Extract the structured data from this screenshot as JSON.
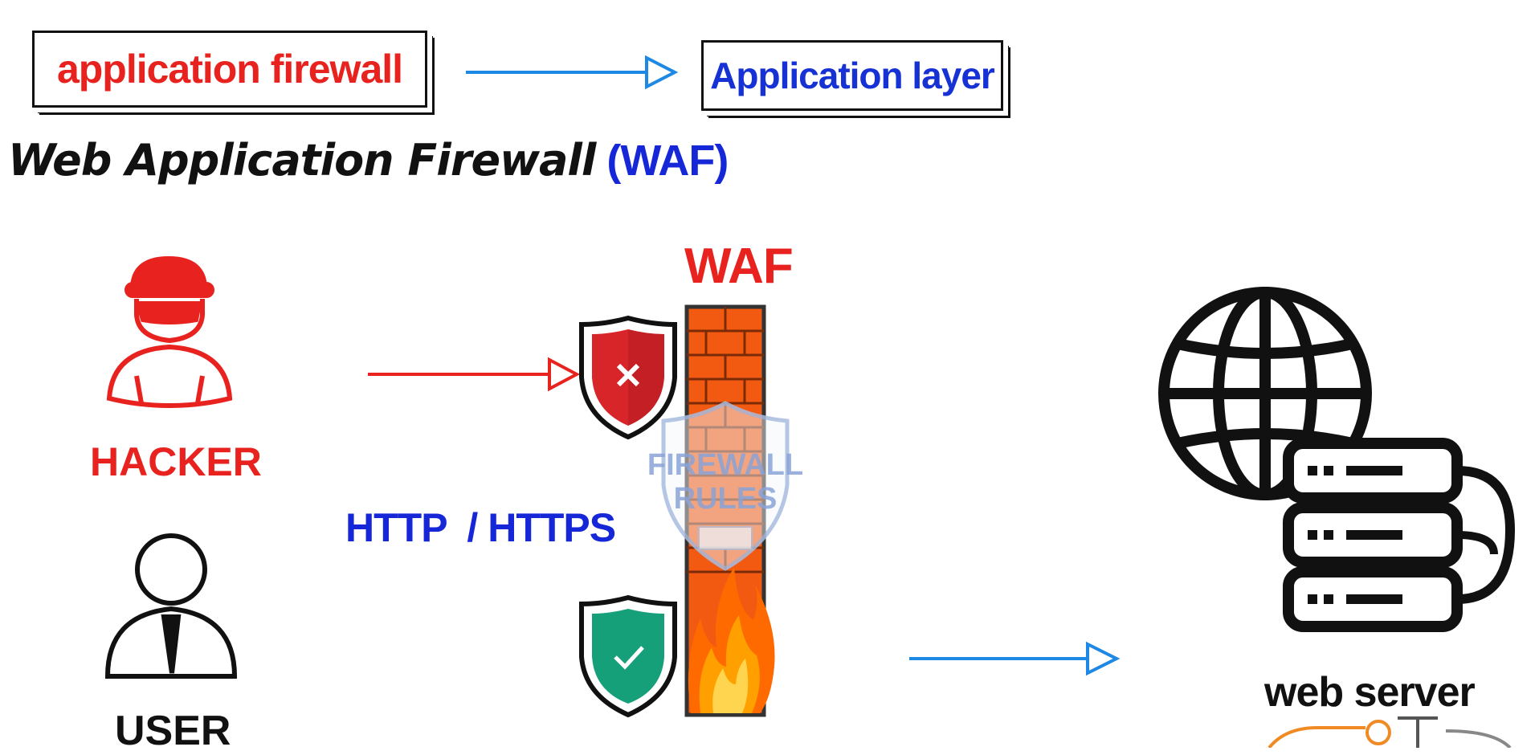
{
  "top_row": {
    "left_box": "application firewall",
    "right_box": "Application layer"
  },
  "title": {
    "main": "Web Application Firewall",
    "abbr": "(WAF)"
  },
  "nodes": {
    "hacker": "HACKER",
    "user": "USER",
    "waf": "WAF",
    "protocol": "HTTP  / HTTPS",
    "rules_line1": "FIREWALL",
    "rules_line2": "RULES",
    "server": "web server"
  },
  "colors": {
    "red": "#e8231f",
    "blue": "#1627d8",
    "arrow_blue": "#1e88e5",
    "green_shield": "#16a07a",
    "brick": "#f25a12"
  }
}
